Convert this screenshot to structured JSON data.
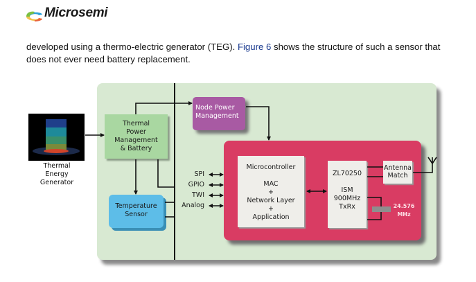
{
  "header": {
    "brand": "Microsemi",
    "logo_icon": "microsemi-swirl-logo"
  },
  "body_text": {
    "before_link": "developed using a thermo-electric generator (TEG). ",
    "link": "Figure 6",
    "after_link": " shows the structure of such a sensor that does not ever need battery replacement."
  },
  "colors": {
    "panel_bg": "#d8e9d2",
    "thermal_box": "#a9d7a1",
    "node_box": "#a85aa3",
    "temp_box": "#5dbde8",
    "module_bg": "#d93c63",
    "chip_bg": "#efeeea",
    "link": "#1a3a8f"
  },
  "diagram": {
    "teg": {
      "image_icon": "thermal-energy-generator-image",
      "label_lines": [
        "Thermal",
        "Energy",
        "Generator"
      ]
    },
    "thermal_power": {
      "lines": [
        "Thermal",
        "Power",
        "Management",
        "& Battery"
      ]
    },
    "node_power": {
      "lines": [
        "Node Power",
        "Management"
      ]
    },
    "temperature_sensor": {
      "lines": [
        "Temperature",
        "Sensor"
      ]
    },
    "interfaces": [
      "SPI",
      "GPIO",
      "TWI",
      "Analog"
    ],
    "microcontroller": {
      "lines": [
        "Microcontroller",
        "",
        "MAC",
        "+",
        "Network Layer",
        "+",
        "Application"
      ]
    },
    "radio": {
      "lines": [
        "ZL70250",
        "",
        "ISM",
        "900MHz",
        "TxRx"
      ]
    },
    "antenna_match": {
      "lines": [
        "Antenna",
        "Match"
      ]
    },
    "crystal": {
      "lines": [
        "24.576",
        "MHz"
      ]
    },
    "antenna_icon": "antenna-icon"
  }
}
